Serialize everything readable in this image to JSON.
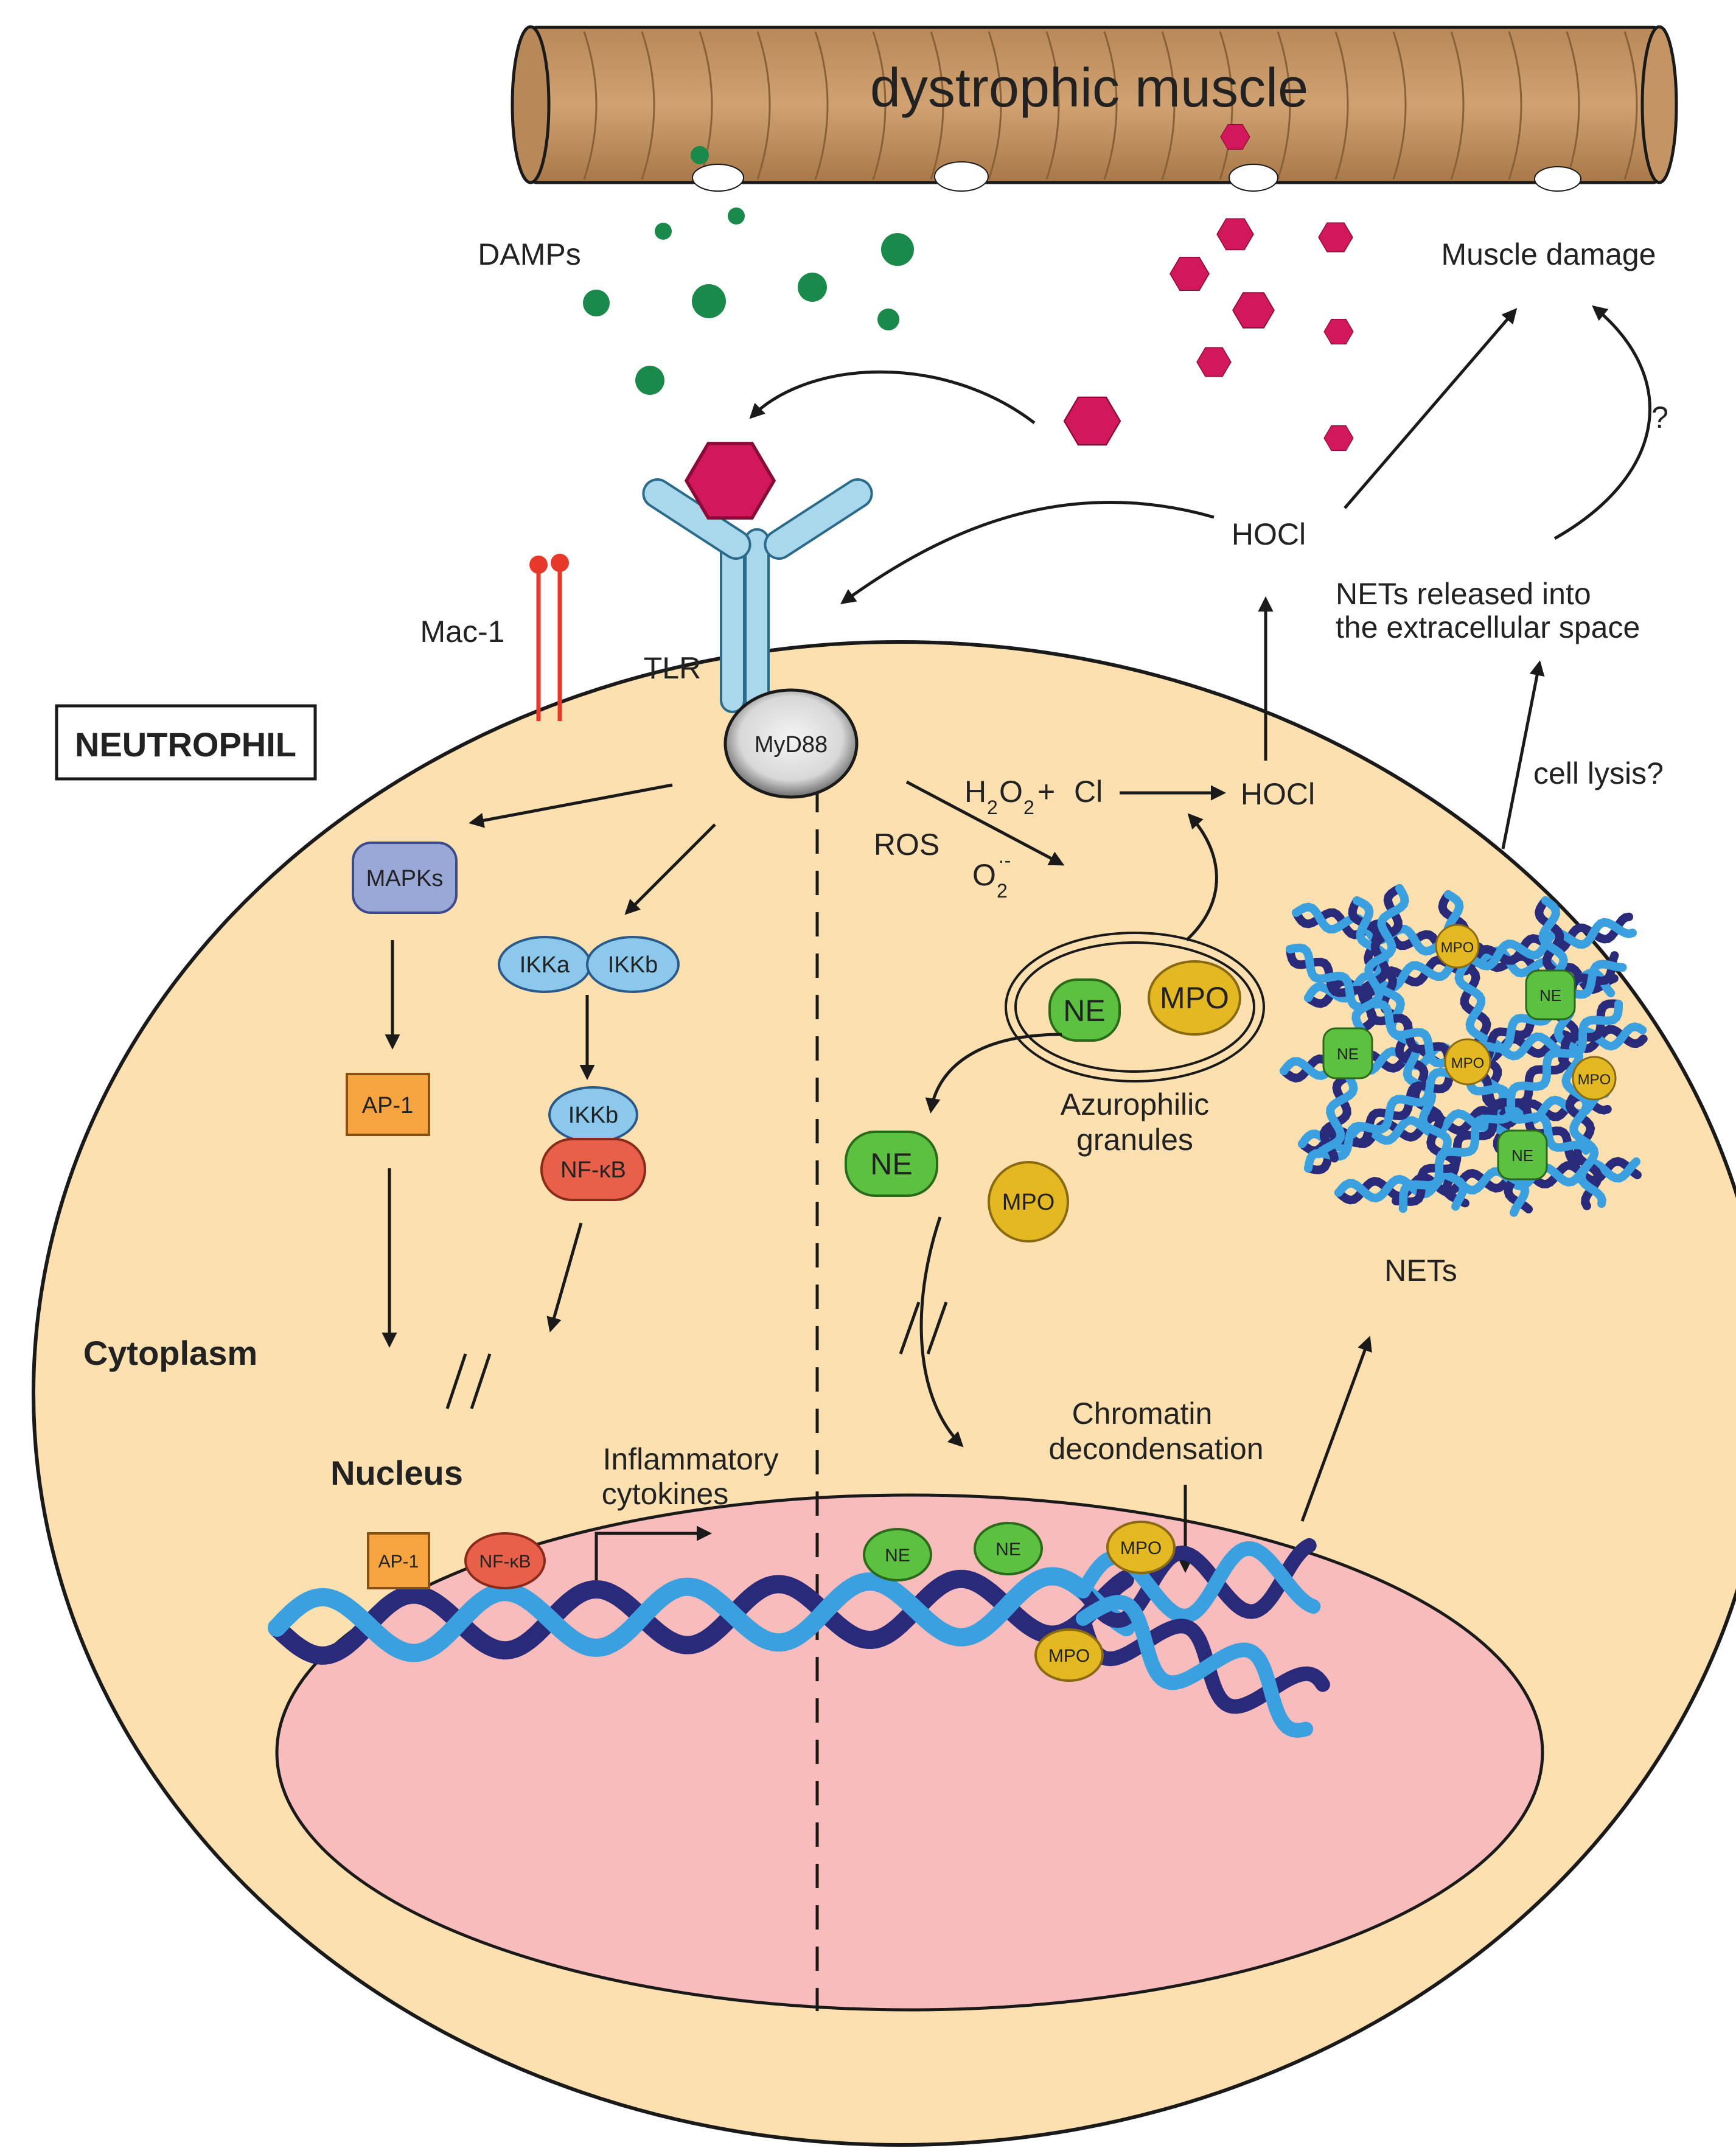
{
  "labels": {
    "muscle": "dystrophic muscle",
    "damps": "DAMPs",
    "muscle_damage": "Muscle damage",
    "question": "?",
    "hocl_out": "HOCl",
    "nets_released_line1": "NETs released into",
    "nets_released_line2": "the extracellular space",
    "mac1": "Mac-1",
    "tlr": "TLR",
    "neutrophil": "NEUTROPHIL",
    "myd88": "MyD88",
    "mapks": "MAPKs",
    "ikka": "IKKa",
    "ikkb": "IKKb",
    "ikkb2": "IKKb",
    "nfkb": "NF-κB",
    "ap1": "AP-1",
    "ros": "ROS",
    "h2o2_H": "H",
    "h2o2_2a": "2",
    "h2o2_O": "O",
    "h2o2_2b": "2",
    "plus": "+",
    "cl": "Cl",
    "hocl_in": "HOCl",
    "o2_O": "O",
    "o2_2": "2",
    "o2_charge": "·-",
    "ne": "NE",
    "mpo": "MPO",
    "azurophilic_line1": "Azurophilic",
    "azurophilic_line2": "granules",
    "cell_lysis": "cell lysis?",
    "nets": "NETs",
    "cytoplasm": "Cytoplasm",
    "nucleus": "Nucleus",
    "inflammatory_line1": "Inflammatory",
    "inflammatory_line2": "cytokines",
    "chromatin_line1": "Chromatin",
    "chromatin_line2": "decondensation",
    "nuc_ap1": "AP-1",
    "nuc_nfkb": "NF-κB",
    "nuc_ne": "NE",
    "nuc_mpo": "MPO",
    "net_ne": "NE",
    "net_mpo": "MPO"
  },
  "colors": {
    "cytoplasm": "#fce0b0",
    "nucleus": "#f8bcbc",
    "muscle": "#c89a6a",
    "damp_green": "#1a8a4a",
    "damp_magenta": "#d0185a",
    "receptor": "#a9d8ec",
    "mac1": "#e8382a",
    "mapks": "#9aa8d8",
    "ikk": "#8cc8ec",
    "nfkb": "#e8604a",
    "ap1": "#f5a440",
    "ne": "#5cc040",
    "mpo": "#e4b820",
    "dna_dark": "#2a2a7a",
    "dna_light": "#3aa0e0"
  },
  "icons": [
    "dna-helix-icon",
    "hexagon-ligand-icon",
    "receptor-icon"
  ]
}
